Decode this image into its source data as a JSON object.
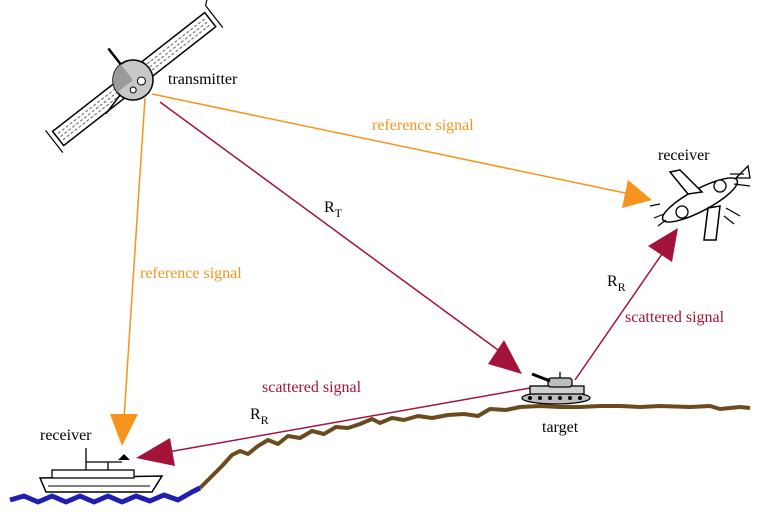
{
  "labels": {
    "transmitter": "transmitter",
    "receiver_air": "receiver",
    "receiver_ship": "receiver",
    "target": "target",
    "reference_signal_air": "reference signal",
    "reference_signal_ship": "reference signal",
    "scattered_signal_air": "scattered signal",
    "scattered_signal_ship": "scattered signal",
    "rt_main": "R",
    "rt_sub": "T",
    "rr_air_main": "R",
    "rr_air_sub": "R",
    "rr_ship_main": "R",
    "rr_ship_sub": "R"
  },
  "colors": {
    "reference": "#f7941d",
    "scattered": "#a3133a",
    "ground": "#6b4a1d",
    "water": "#2020b0",
    "text": "#000000"
  },
  "icons": [
    "satellite-icon",
    "airplane-icon",
    "ship-icon",
    "tank-icon"
  ]
}
